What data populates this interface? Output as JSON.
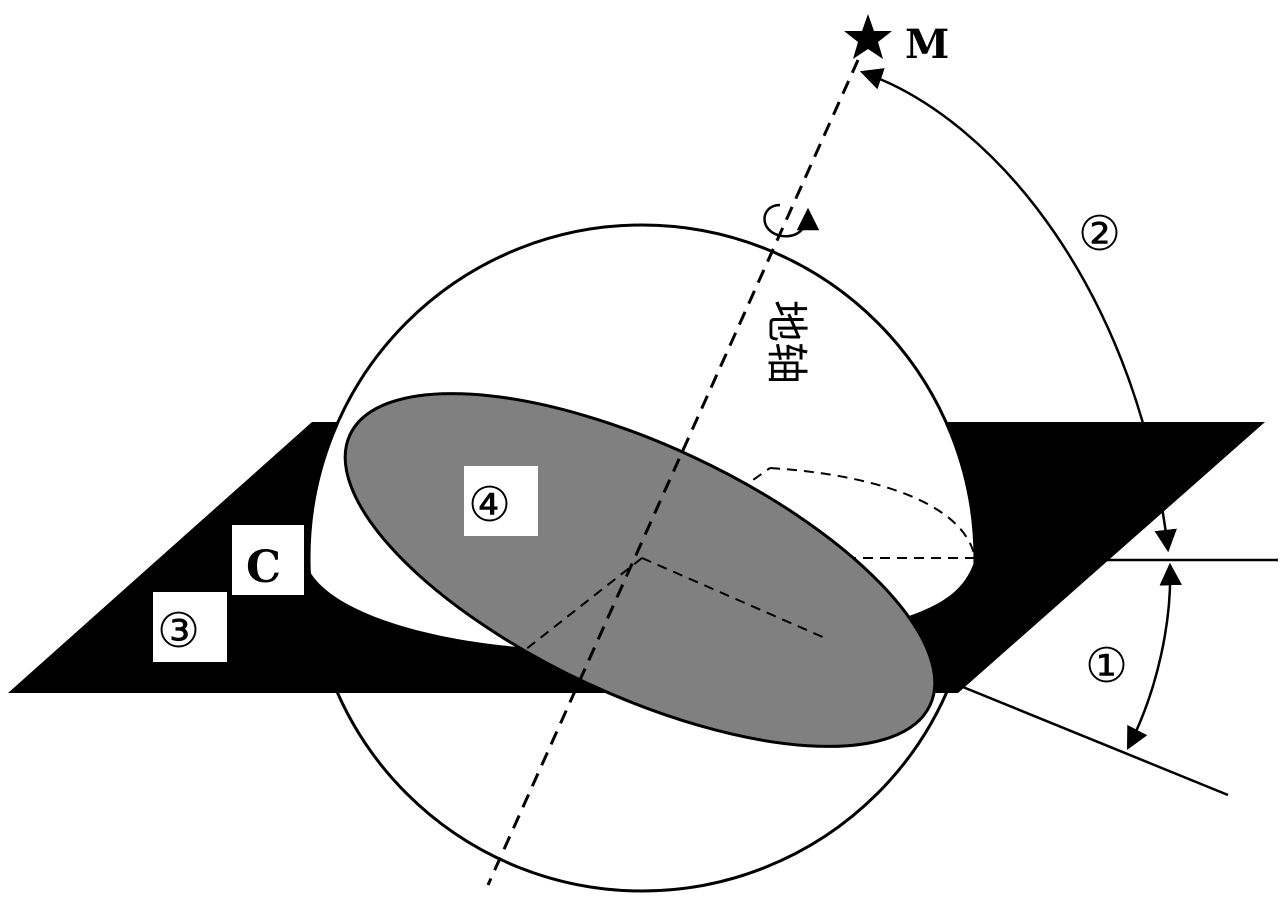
{
  "labels": {
    "star": "M",
    "axis": "地轴",
    "marker1": "①",
    "marker2": "②",
    "marker3": "③",
    "marker4": "④",
    "markerC": "C"
  },
  "colors": {
    "plane": "#000000",
    "equator_disk": "#808080",
    "line": "#000000",
    "label_bg": "#ffffff"
  },
  "icons": {
    "star": "star-icon",
    "rotation": "rotation-arrow-icon"
  }
}
